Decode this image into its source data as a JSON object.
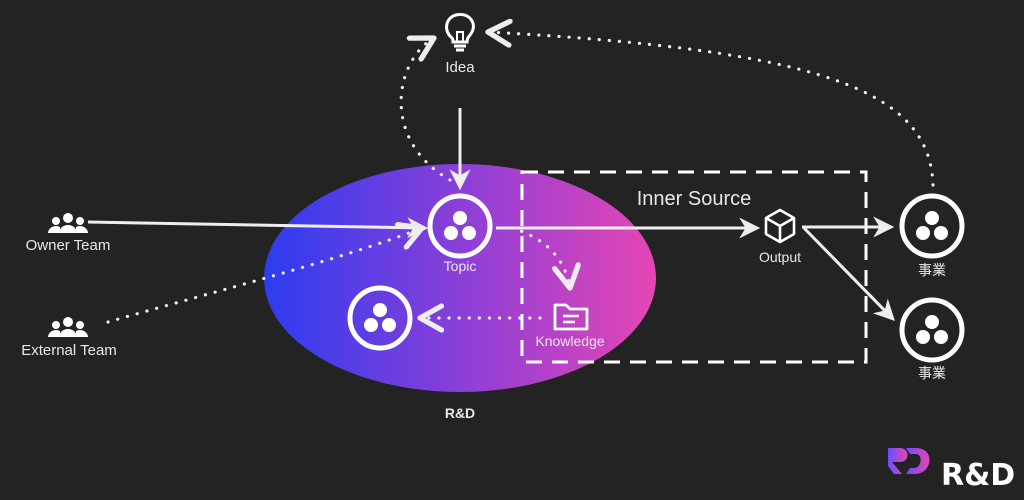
{
  "labels": {
    "idea": "Idea",
    "topic": "Topic",
    "owner_team": "Owner Team",
    "external_team": "External Team",
    "inner_source": "Inner Source",
    "output": "Output",
    "knowledge": "Knowledge",
    "business_1": "事業",
    "business_2": "事業",
    "rd": "R&D"
  },
  "logo": {
    "text": "R&D"
  },
  "colors": {
    "background": "#232323",
    "ellipse_left": "#2d3cf0",
    "ellipse_mid": "#8a3fd8",
    "ellipse_right": "#e646b4",
    "line": "#eeeeee"
  }
}
